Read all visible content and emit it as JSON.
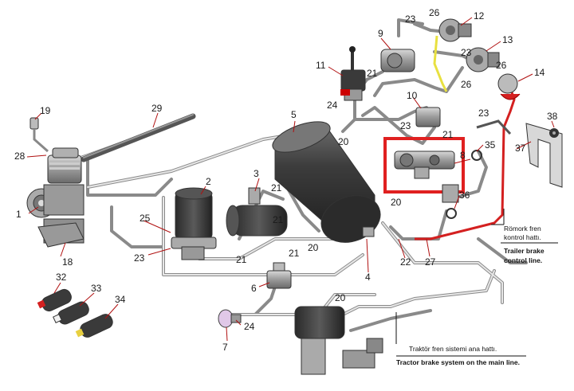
{
  "labels": {
    "n1": "1",
    "n2": "2",
    "n3": "3",
    "n4": "4",
    "n5": "5",
    "n6": "6",
    "n7": "7",
    "n8": "8",
    "n9": "9",
    "n10": "10",
    "n11": "11",
    "n12": "12",
    "n13": "13",
    "n14": "14",
    "n18": "18",
    "n19": "19",
    "n20a": "20",
    "n20b": "20",
    "n20c": "20",
    "n20d": "20",
    "n21a": "21",
    "n21b": "21",
    "n21c": "21",
    "n21d": "21",
    "n21e": "21",
    "n21f": "21",
    "n22": "22",
    "n23a": "23",
    "n23b": "23",
    "n23c": "23",
    "n23d": "23",
    "n23e": "23",
    "n24a": "24",
    "n24b": "24",
    "n25": "25",
    "n26a": "26",
    "n26b": "26",
    "n26c": "26",
    "n27": "27",
    "n28": "28",
    "n29": "29",
    "n32": "32",
    "n33": "33",
    "n34": "34",
    "n35": "35",
    "n36": "36",
    "n37": "37",
    "n38": "38"
  },
  "captions": {
    "trailer_tr_1": "Römork fren",
    "trailer_tr_2": "kontrol hattı.",
    "trailer_en_1": "Trailer brake",
    "trailer_en_2": "control line.",
    "tractor_tr": "Traktör fren sistemi ana hattı.",
    "tractor_en": "Tractor brake system on the main line."
  },
  "colors": {
    "trailer_line": "#d42020",
    "yellow_line": "#e8e040",
    "highlight_box": "#e02020",
    "pipe": "#8a8a8a",
    "leader": "#b01010"
  }
}
